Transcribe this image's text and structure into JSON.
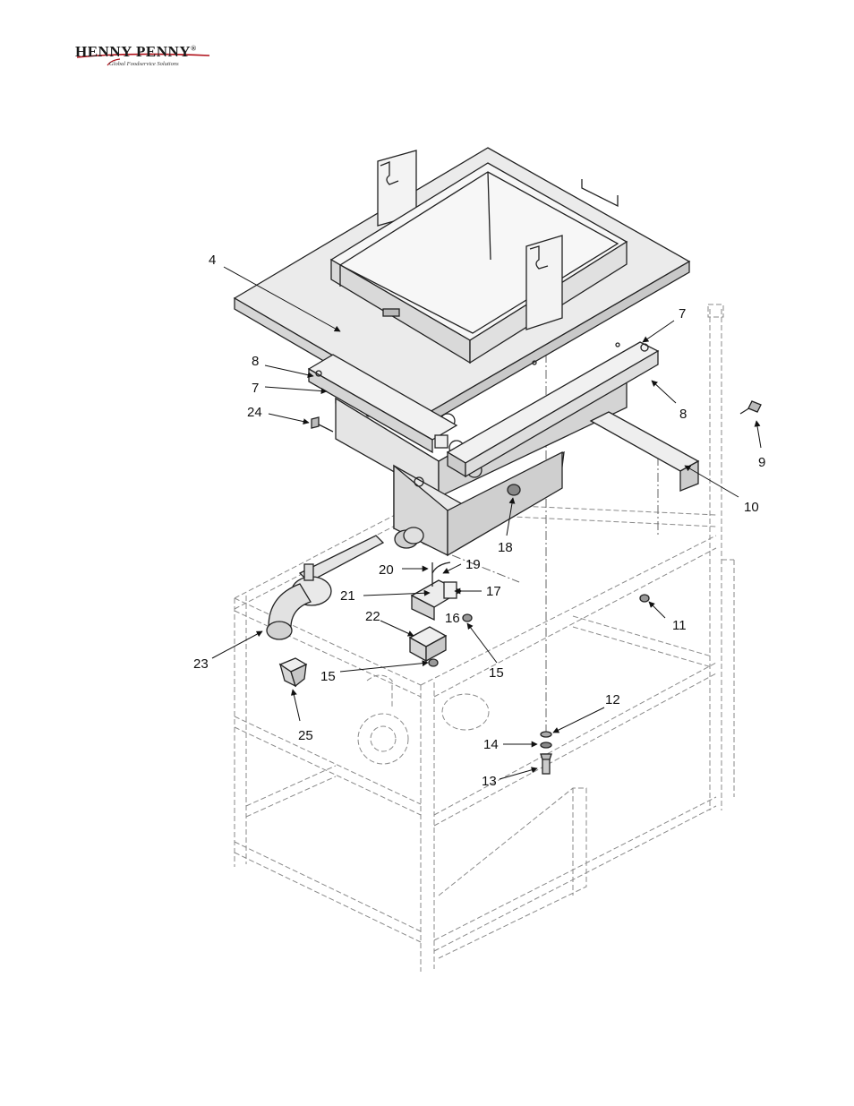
{
  "header": {
    "brand": "HENNY PENNY",
    "registered_mark": "®",
    "tagline": "Global Foodservice Solutions"
  },
  "callouts": [
    {
      "id": "c4",
      "text": "4"
    },
    {
      "id": "c7a",
      "text": "7"
    },
    {
      "id": "c8a",
      "text": "8"
    },
    {
      "id": "c7b",
      "text": "7"
    },
    {
      "id": "c24",
      "text": "24"
    },
    {
      "id": "c8b",
      "text": "8"
    },
    {
      "id": "c9",
      "text": "9"
    },
    {
      "id": "c10",
      "text": "10"
    },
    {
      "id": "c18",
      "text": "18"
    },
    {
      "id": "c20",
      "text": "20"
    },
    {
      "id": "c19",
      "text": "19"
    },
    {
      "id": "c21",
      "text": "21"
    },
    {
      "id": "c17",
      "text": "17"
    },
    {
      "id": "c22",
      "text": "22"
    },
    {
      "id": "c16",
      "text": "16"
    },
    {
      "id": "c11",
      "text": "11"
    },
    {
      "id": "c23",
      "text": "23"
    },
    {
      "id": "c15a",
      "text": "15"
    },
    {
      "id": "c15b",
      "text": "15"
    },
    {
      "id": "c25",
      "text": "25"
    },
    {
      "id": "c12",
      "text": "12"
    },
    {
      "id": "c14",
      "text": "14"
    },
    {
      "id": "c13",
      "text": "13"
    }
  ]
}
